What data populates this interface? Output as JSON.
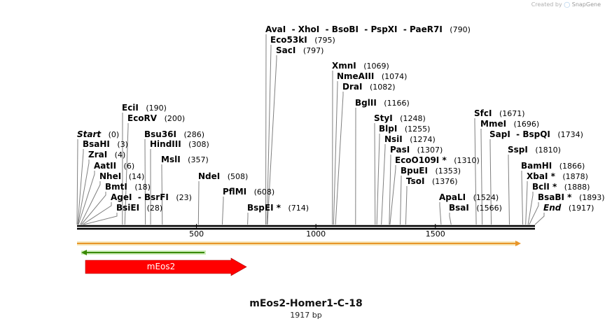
{
  "credit": {
    "prefix": "Created by",
    "brand": "SnapGene"
  },
  "title": "mEos2-Homer1-C-18",
  "subtitle": "1917 bp",
  "sequence_length": 1917,
  "ruler": {
    "ticks": [
      500,
      1000,
      1500
    ],
    "tick_labels": [
      "500",
      "1000",
      "1500"
    ]
  },
  "enzyme_groups": [
    {
      "names": [
        "AvaI",
        "XhoI",
        "BsoBI",
        "PspXI",
        "PaeR7I"
      ],
      "pos": 790,
      "pos_label": "(790)"
    },
    {
      "names": [
        "Eco53kI"
      ],
      "pos": 795,
      "pos_label": "(795)"
    },
    {
      "names": [
        "SacI"
      ],
      "pos": 797,
      "pos_label": "(797)"
    },
    {
      "names": [
        "XmnI"
      ],
      "pos": 1069,
      "pos_label": "(1069)"
    },
    {
      "names": [
        "NmeAIII"
      ],
      "pos": 1074,
      "pos_label": "(1074)"
    },
    {
      "names": [
        "DraI"
      ],
      "pos": 1082,
      "pos_label": "(1082)"
    },
    {
      "names": [
        "BglII"
      ],
      "pos": 1166,
      "pos_label": "(1166)"
    },
    {
      "names": [
        "EciI"
      ],
      "pos": 190,
      "pos_label": "(190)"
    },
    {
      "names": [
        "EcoRV"
      ],
      "pos": 200,
      "pos_label": "(200)"
    },
    {
      "names": [
        "Start"
      ],
      "pos": 0,
      "pos_label": "(0)",
      "italic": true
    },
    {
      "names": [
        "Bsu36I"
      ],
      "pos": 286,
      "pos_label": "(286)"
    },
    {
      "names": [
        "BsaHI"
      ],
      "pos": 3,
      "pos_label": "(3)"
    },
    {
      "names": [
        "HindIII"
      ],
      "pos": 308,
      "pos_label": "(308)"
    },
    {
      "names": [
        "ZraI"
      ],
      "pos": 4,
      "pos_label": "(4)"
    },
    {
      "names": [
        "AatII"
      ],
      "pos": 6,
      "pos_label": "(6)"
    },
    {
      "names": [
        "MslI"
      ],
      "pos": 357,
      "pos_label": "(357)"
    },
    {
      "names": [
        "NheI"
      ],
      "pos": 14,
      "pos_label": "(14)"
    },
    {
      "names": [
        "NdeI"
      ],
      "pos": 508,
      "pos_label": "(508)"
    },
    {
      "names": [
        "BmtI"
      ],
      "pos": 18,
      "pos_label": "(18)"
    },
    {
      "names": [
        "PflMI"
      ],
      "pos": 608,
      "pos_label": "(608)"
    },
    {
      "names": [
        "AgeI",
        "BsrFI"
      ],
      "pos": 23,
      "pos_label": "(23)"
    },
    {
      "names": [
        "BsiEI"
      ],
      "pos": 28,
      "pos_label": "(28)"
    },
    {
      "names": [
        "BspEI *"
      ],
      "pos": 714,
      "pos_label": "(714)"
    },
    {
      "names": [
        "StyI"
      ],
      "pos": 1248,
      "pos_label": "(1248)"
    },
    {
      "names": [
        "BlpI"
      ],
      "pos": 1255,
      "pos_label": "(1255)"
    },
    {
      "names": [
        "NsiI"
      ],
      "pos": 1274,
      "pos_label": "(1274)"
    },
    {
      "names": [
        "PasI"
      ],
      "pos": 1307,
      "pos_label": "(1307)"
    },
    {
      "names": [
        "EcoO109I *"
      ],
      "pos": 1310,
      "pos_label": "(1310)"
    },
    {
      "names": [
        "BpuEI"
      ],
      "pos": 1353,
      "pos_label": "(1353)"
    },
    {
      "names": [
        "TsoI"
      ],
      "pos": 1376,
      "pos_label": "(1376)"
    },
    {
      "names": [
        "ApaLI"
      ],
      "pos": 1524,
      "pos_label": "(1524)"
    },
    {
      "names": [
        "BsaI"
      ],
      "pos": 1566,
      "pos_label": "(1566)"
    },
    {
      "names": [
        "SfcI"
      ],
      "pos": 1671,
      "pos_label": "(1671)"
    },
    {
      "names": [
        "MmeI"
      ],
      "pos": 1696,
      "pos_label": "(1696)"
    },
    {
      "names": [
        "SapI",
        "BspQI"
      ],
      "pos": 1734,
      "pos_label": "(1734)"
    },
    {
      "names": [
        "SspI"
      ],
      "pos": 1810,
      "pos_label": "(1810)"
    },
    {
      "names": [
        "BamHI"
      ],
      "pos": 1866,
      "pos_label": "(1866)"
    },
    {
      "names": [
        "XbaI *"
      ],
      "pos": 1878,
      "pos_label": "(1878)"
    },
    {
      "names": [
        "BclI *"
      ],
      "pos": 1888,
      "pos_label": "(1888)"
    },
    {
      "names": [
        "BsaBI *"
      ],
      "pos": 1893,
      "pos_label": "(1893)"
    },
    {
      "names": [
        "End"
      ],
      "pos": 1917,
      "pos_label": "(1917)",
      "italic": true
    }
  ],
  "features": [
    {
      "name": "mEos2",
      "start": 1,
      "end": 717,
      "color": "#ff0000"
    }
  ],
  "colors": {
    "backbone": "#000000",
    "orf_line": "#e8962a",
    "orf_glow": "#f6e6b8",
    "small_orf": "#3a8a00",
    "small_orf_glow": "#cfeebb",
    "feature": "#ff0000",
    "leader": "#7f7f7f"
  }
}
